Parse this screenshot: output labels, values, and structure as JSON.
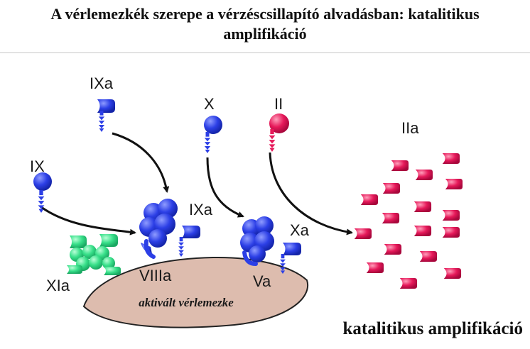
{
  "title_line1": "A vérlemezkék szerepe a vérzéscsillapító alvadásban: katalitikus",
  "title_line2": "amplifikáció",
  "labels": {
    "ixa_top": "IXa",
    "ix": "IX",
    "x": "X",
    "ii": "II",
    "iia": "IIa",
    "ixa_mid": "IXa",
    "xa": "Xa",
    "xia": "XIa",
    "viiia": "VIIIa",
    "va": "Va"
  },
  "platelet_label": "aktivált vérlemezke",
  "footer": "katalitikus amplifikáció",
  "colors": {
    "blue": "#2c3fe6",
    "pink": "#e6195a",
    "green": "#38e08a",
    "platelet": "#ddbcae"
  }
}
